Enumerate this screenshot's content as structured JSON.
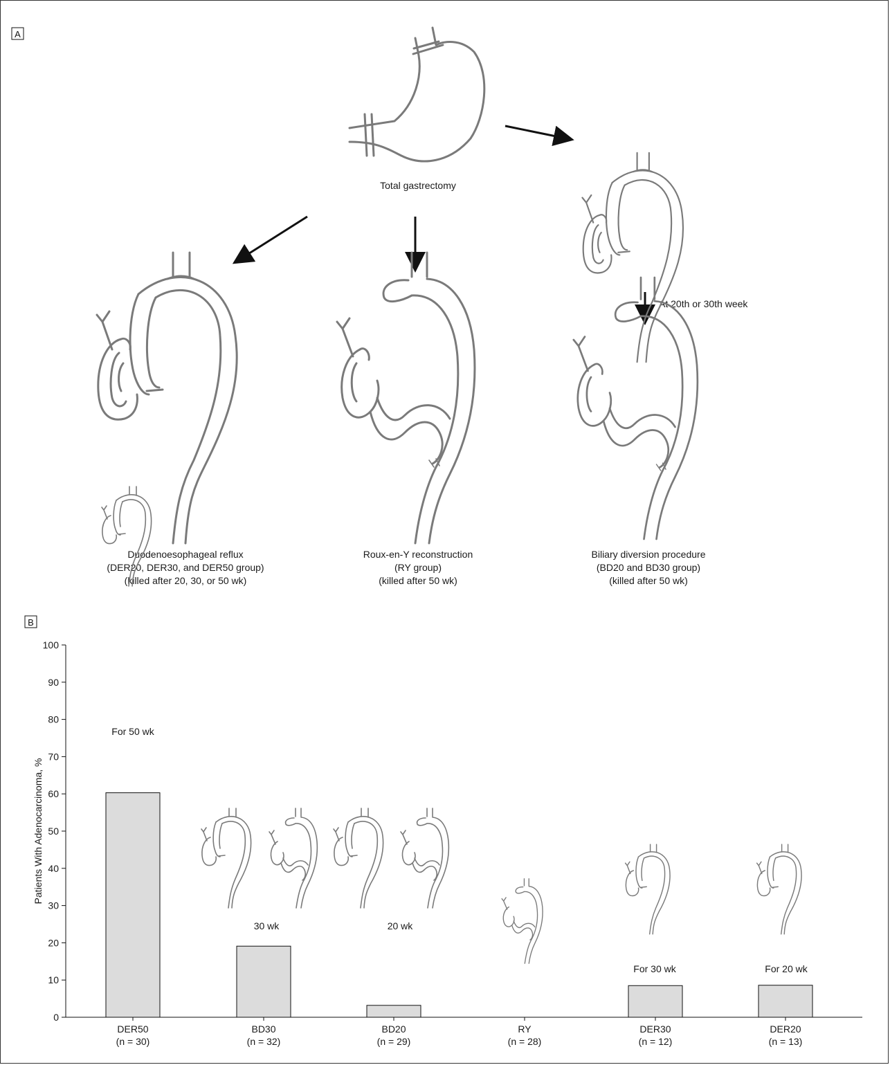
{
  "panel_a": {
    "label": "A",
    "top_caption": "Total gastrectomy",
    "side_caption": "At 20th or 30th week",
    "procedures": [
      {
        "line1": "Duodenoesophageal reflux",
        "line2": "(DER20, DER30, and DER50 group)",
        "line3": "(killed after 20, 30, or 50 wk)"
      },
      {
        "line1": "Roux-en-Y reconstruction",
        "line2": "(RY group)",
        "line3": "(killed after 50 wk)"
      },
      {
        "line1": "Biliary diversion procedure",
        "line2": "(BD20 and BD30 group)",
        "line3": "(killed after 50 wk)"
      }
    ]
  },
  "panel_b": {
    "label": "B",
    "annotations": [
      "For 50 wk",
      "30 wk",
      "20 wk",
      "For 30 wk",
      "For 20 wk"
    ]
  },
  "chart_data": {
    "type": "bar",
    "ylabel": "Patients With Adenocarcinoma, %",
    "ylim": [
      0,
      100
    ],
    "yticks": [
      0,
      10,
      20,
      30,
      40,
      50,
      60,
      70,
      80,
      90,
      100
    ],
    "categories": [
      "DER50",
      "BD30",
      "BD20",
      "RY",
      "DER30",
      "DER20"
    ],
    "sublabels": [
      "(n = 30)",
      "(n = 32)",
      "(n = 29)",
      "(n = 28)",
      "(n = 12)",
      "(n = 13)"
    ],
    "values": [
      60.3,
      19.1,
      3.2,
      0,
      8.5,
      8.6
    ],
    "colors": {
      "bar": "#dcdcdc",
      "organ": "#7a7a7a"
    }
  }
}
